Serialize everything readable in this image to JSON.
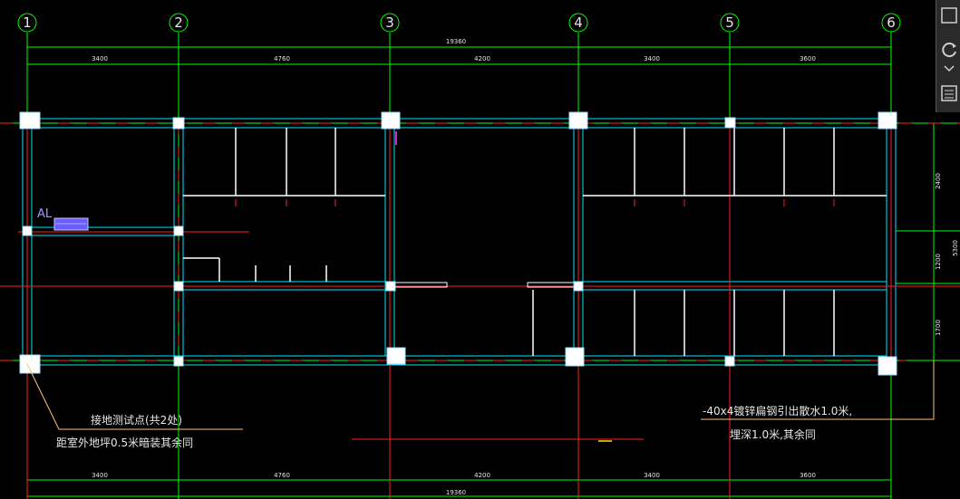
{
  "axes": [
    "1",
    "2",
    "3",
    "4",
    "5",
    "6"
  ],
  "dimensions": {
    "top_total": "19360",
    "top_spans": [
      "3400",
      "4760",
      "4200",
      "3400",
      "3600"
    ],
    "bottom_total": "19360",
    "bottom_spans": [
      "3400",
      "4760",
      "4200",
      "3400",
      "3600"
    ],
    "right_total": "5300",
    "right_spans": [
      "2400",
      "1200",
      "1700"
    ]
  },
  "labels": {
    "panel": "AL",
    "note_left_line1": "接地测试点(共2处)",
    "note_left_line2": "距室外地坪0.5米暗装其余同",
    "note_right_line1": "-40x4镀锌扁钢引出散水1.0米,",
    "note_right_line2": "埋深1.0米,其余同"
  },
  "colors": {
    "background": "#000000",
    "axis_line": "#00ff00",
    "wall": "#00e5ff",
    "red_line": "#ff2020",
    "white_line": "#ffffff",
    "dim_line": "#00ff00",
    "leader": "#ffc080"
  },
  "toolbar": {
    "icons": [
      "view-cube-icon",
      "orbit-icon",
      "nav-wheel-icon"
    ]
  }
}
